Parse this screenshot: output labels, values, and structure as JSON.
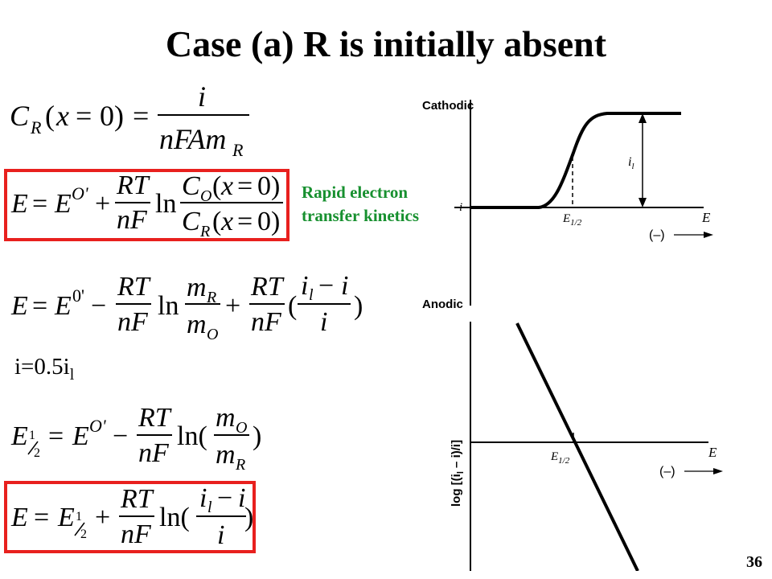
{
  "slide": {
    "title": "Case (a) R is initially absent",
    "page_number": "36",
    "annotation_line1": "Rapid electron",
    "annotation_line2": "transfer kinetics",
    "condition_text": "i=0.5i",
    "condition_sub": "l"
  },
  "equations": [
    {
      "id": "cr-surface",
      "latex": "C_R(x=0) = \\frac{i}{nFAm_R}",
      "highlighted": false
    },
    {
      "id": "nernst",
      "latex": "E = E^{O'} + \\frac{RT}{nF}\\ln\\frac{C_O(x=0)}{C_R(x=0)}",
      "highlighted": true
    },
    {
      "id": "wave-expanded",
      "latex": "E = E^{0'} - \\frac{RT}{nF}\\ln\\frac{m_R}{m_O} + \\frac{RT}{nF}(\\frac{i_l - i}{i})",
      "highlighted": false
    },
    {
      "id": "half-wave",
      "latex": "E_{1/2} = E^{O'} - \\frac{RT}{nF}\\ln(\\frac{m_O}{m_R})",
      "highlighted": false
    },
    {
      "id": "wave-equation",
      "latex": "E = E_{1/2} + \\frac{RT}{nF}\\ln(\\frac{i_l - i}{i})",
      "highlighted": true
    }
  ],
  "colors": {
    "highlight": "#e8201e",
    "annotation": "#17902f"
  },
  "figure": {
    "top_panel": {
      "label_cathodic": "Cathodic",
      "label_anodic": "Anodic",
      "y_label": "i",
      "x_label": "E",
      "limiting_label": "i",
      "limiting_sub": "l",
      "halfwave_label": "E",
      "halfwave_sub": "1/2",
      "direction": "(–)"
    },
    "bottom_panel": {
      "y_label": "log [(i",
      "y_label_sub": "l",
      "y_label_rest": " – i)/i]",
      "x_label": "E",
      "halfwave_label": "E",
      "halfwave_sub": "1/2",
      "direction": "(–)"
    }
  }
}
